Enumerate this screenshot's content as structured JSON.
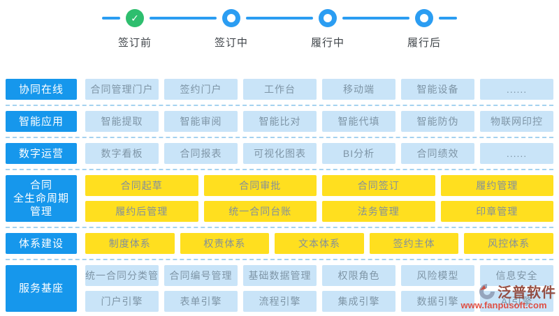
{
  "timeline": {
    "stages": [
      {
        "label": "签订前",
        "state": "done"
      },
      {
        "label": "签订中",
        "state": "pending"
      },
      {
        "label": "履行中",
        "state": "pending"
      },
      {
        "label": "履行后",
        "state": "pending"
      }
    ],
    "check_icon": "✓"
  },
  "rows": [
    {
      "category": "协同在线",
      "style": "blue",
      "items": [
        [
          "合同管理门户",
          "签约门户",
          "工作台",
          "移动端",
          "智能设备",
          "......"
        ]
      ]
    },
    {
      "category": "智能应用",
      "style": "blue",
      "items": [
        [
          "智能提取",
          "智能审阅",
          "智能比对",
          "智能代填",
          "智能防伪",
          "物联网印控"
        ]
      ]
    },
    {
      "category": "数字运营",
      "style": "blue",
      "items": [
        [
          "数字看板",
          "合同报表",
          "可视化图表",
          "BI分析",
          "合同绩效",
          "......"
        ]
      ]
    },
    {
      "category": "合同\n全生命周期\n管理",
      "style": "yellow",
      "items": [
        [
          "合同起草",
          "合同审批",
          "合同签订",
          "履约管理"
        ],
        [
          "履约后管理",
          "统一合同台账",
          "法务管理",
          "印章管理"
        ]
      ]
    },
    {
      "category": "体系建设",
      "style": "yellow",
      "items": [
        [
          "制度体系",
          "权责体系",
          "文本体系",
          "签约主体",
          "风控体系"
        ]
      ]
    },
    {
      "category": "服务基座",
      "style": "blue",
      "items": [
        [
          "统一合同分类管理",
          "合同编号管理",
          "基础数据管理",
          "权限角色",
          "风险模型",
          "信息安全"
        ],
        [
          "门户引擎",
          "表单引擎",
          "流程引擎",
          "集成引擎",
          "数据引擎",
          "AI引擎"
        ]
      ]
    }
  ],
  "watermark": {
    "brand": "泛普软件",
    "url": "www.fanpusoft.com"
  },
  "colors": {
    "accent_blue": "#1697EC",
    "item_blue_bg": "#C9E4F8",
    "item_blue_text": "#7E95A6",
    "item_yellow_bg": "#FFDF1F",
    "item_yellow_text": "#83909A",
    "timeline_blue": "#2B9DF2",
    "timeline_green": "#2EBE6E",
    "separator_blue": "#A5D2EF",
    "watermark_brand": "#8C3A2B",
    "watermark_red": "#E23B2C"
  }
}
